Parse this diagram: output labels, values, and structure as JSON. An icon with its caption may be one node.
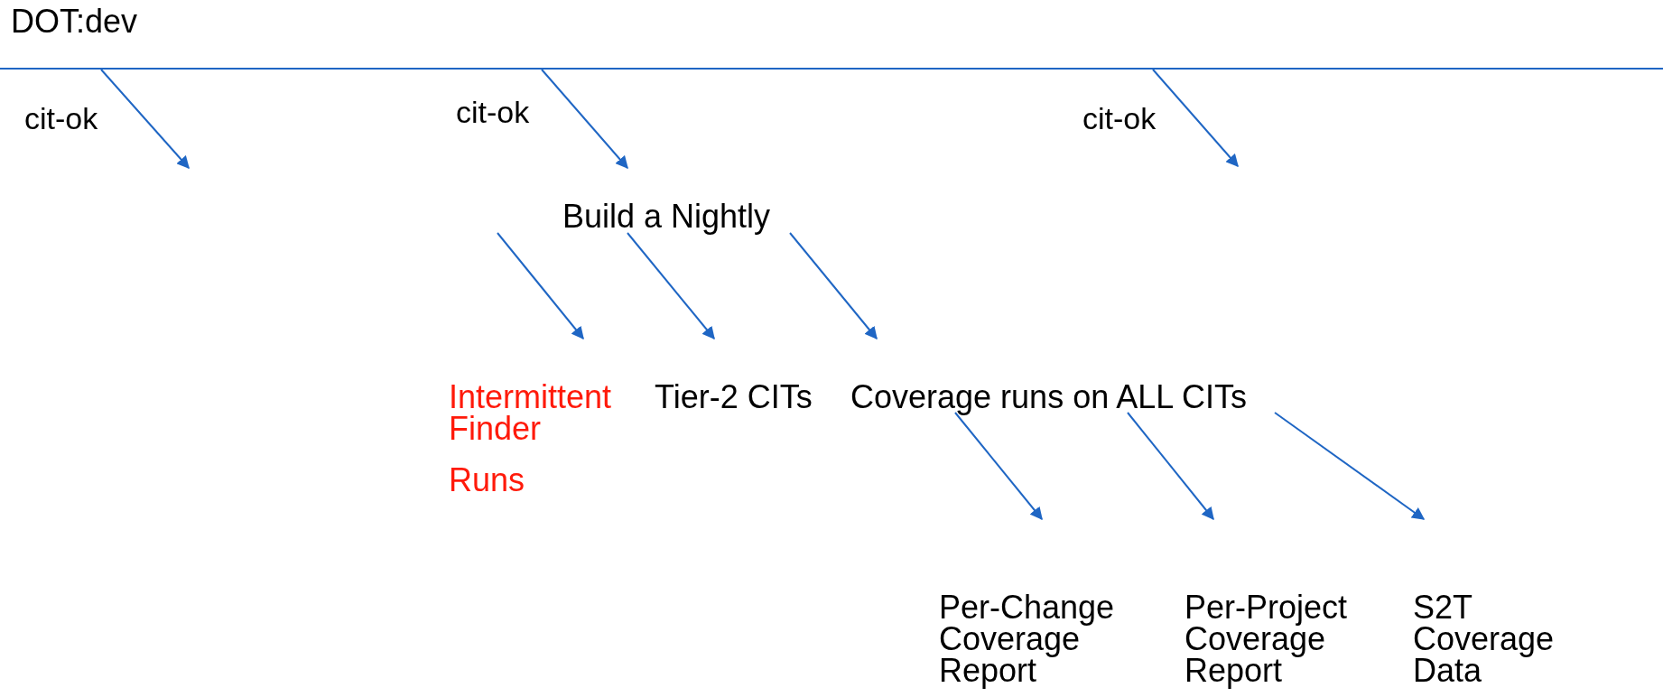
{
  "diagram": {
    "nodes": [
      {
        "text": [
          "DOT:dev"
        ]
      },
      {
        "text": [
          "Build a Nightly"
        ]
      },
      {
        "text": [
          "Intermittent Finder",
          "Runs"
        ]
      },
      {
        "text": [
          "Tier-2 CITs"
        ]
      },
      {
        "text": [
          "Coverage runs on ALL CITs"
        ]
      },
      {
        "text": [
          "Per-Change Coverage Report"
        ]
      },
      {
        "text": [
          "Per-Project Coverage Report"
        ]
      },
      {
        "text": [
          "S2T Coverage Data"
        ]
      }
    ],
    "edges": [
      {
        "from": 0,
        "to": null,
        "arrow": "to",
        "label": "cit-ok"
      },
      {
        "from": 0,
        "to": 1,
        "arrow": "to",
        "label": "cit-ok"
      },
      {
        "from": 0,
        "to": null,
        "arrow": "to",
        "label": "cit-ok"
      },
      {
        "from": 1,
        "to": 2,
        "arrow": "to"
      },
      {
        "from": 1,
        "to": 3,
        "arrow": "to"
      },
      {
        "from": 1,
        "to": 4,
        "arrow": "to"
      },
      {
        "from": 4,
        "to": 5,
        "arrow": "to"
      },
      {
        "from": 4,
        "to": 6,
        "arrow": "to"
      },
      {
        "from": 4,
        "to": 7,
        "arrow": "to"
      }
    ]
  }
}
